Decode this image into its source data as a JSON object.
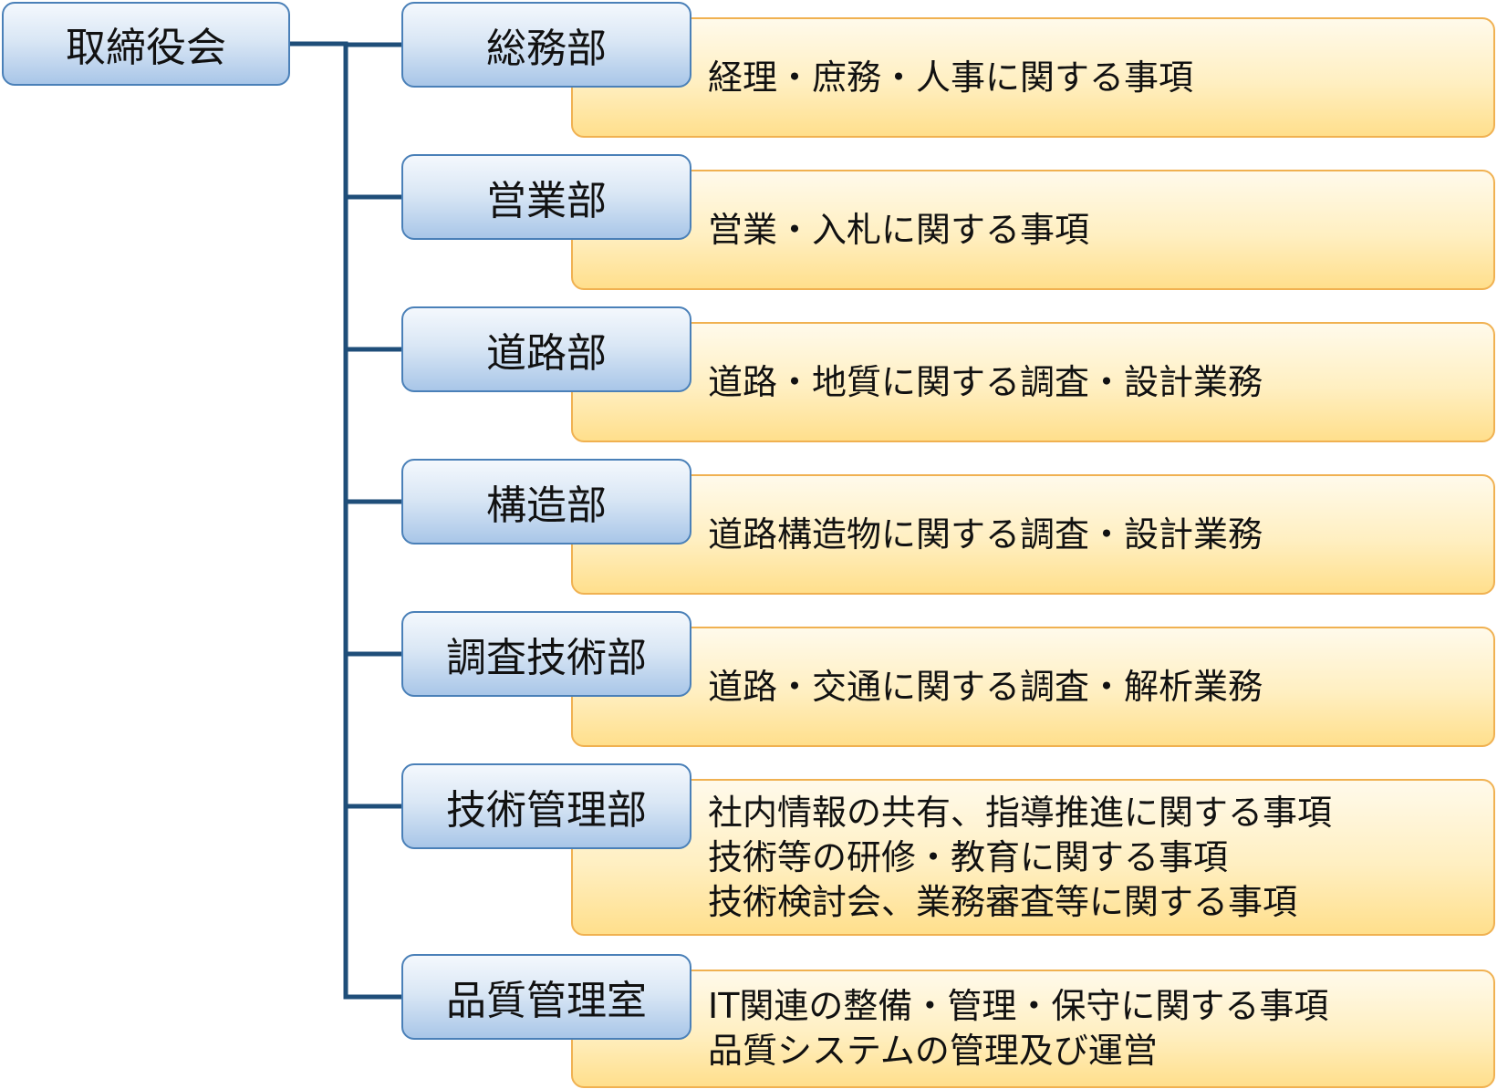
{
  "root": {
    "label": "取締役会"
  },
  "departments": [
    {
      "label": "総務部",
      "lines": [
        "経理・庶務・人事に関する事項"
      ]
    },
    {
      "label": "営業部",
      "lines": [
        "営業・入札に関する事項"
      ]
    },
    {
      "label": "道路部",
      "lines": [
        "道路・地質に関する調査・設計業務"
      ]
    },
    {
      "label": "構造部",
      "lines": [
        "道路構造物に関する調査・設計業務"
      ]
    },
    {
      "label": "調査技術部",
      "lines": [
        "道路・交通に関する調査・解析業務"
      ]
    },
    {
      "label": "技術管理部",
      "lines": [
        "社内情報の共有、指導推進に関する事項",
        "技術等の研修・教育に関する事項",
        "技術検討会、業務審査等に関する事項"
      ]
    },
    {
      "label": "品質管理室",
      "lines": [
        "IT関連の整備・管理・保守に関する事項",
        "品質システムの管理及び運営"
      ]
    }
  ],
  "colors": {
    "connector": "#1f4e79",
    "dept_border": "#4a80b8",
    "desc_border": "#f0b151"
  }
}
